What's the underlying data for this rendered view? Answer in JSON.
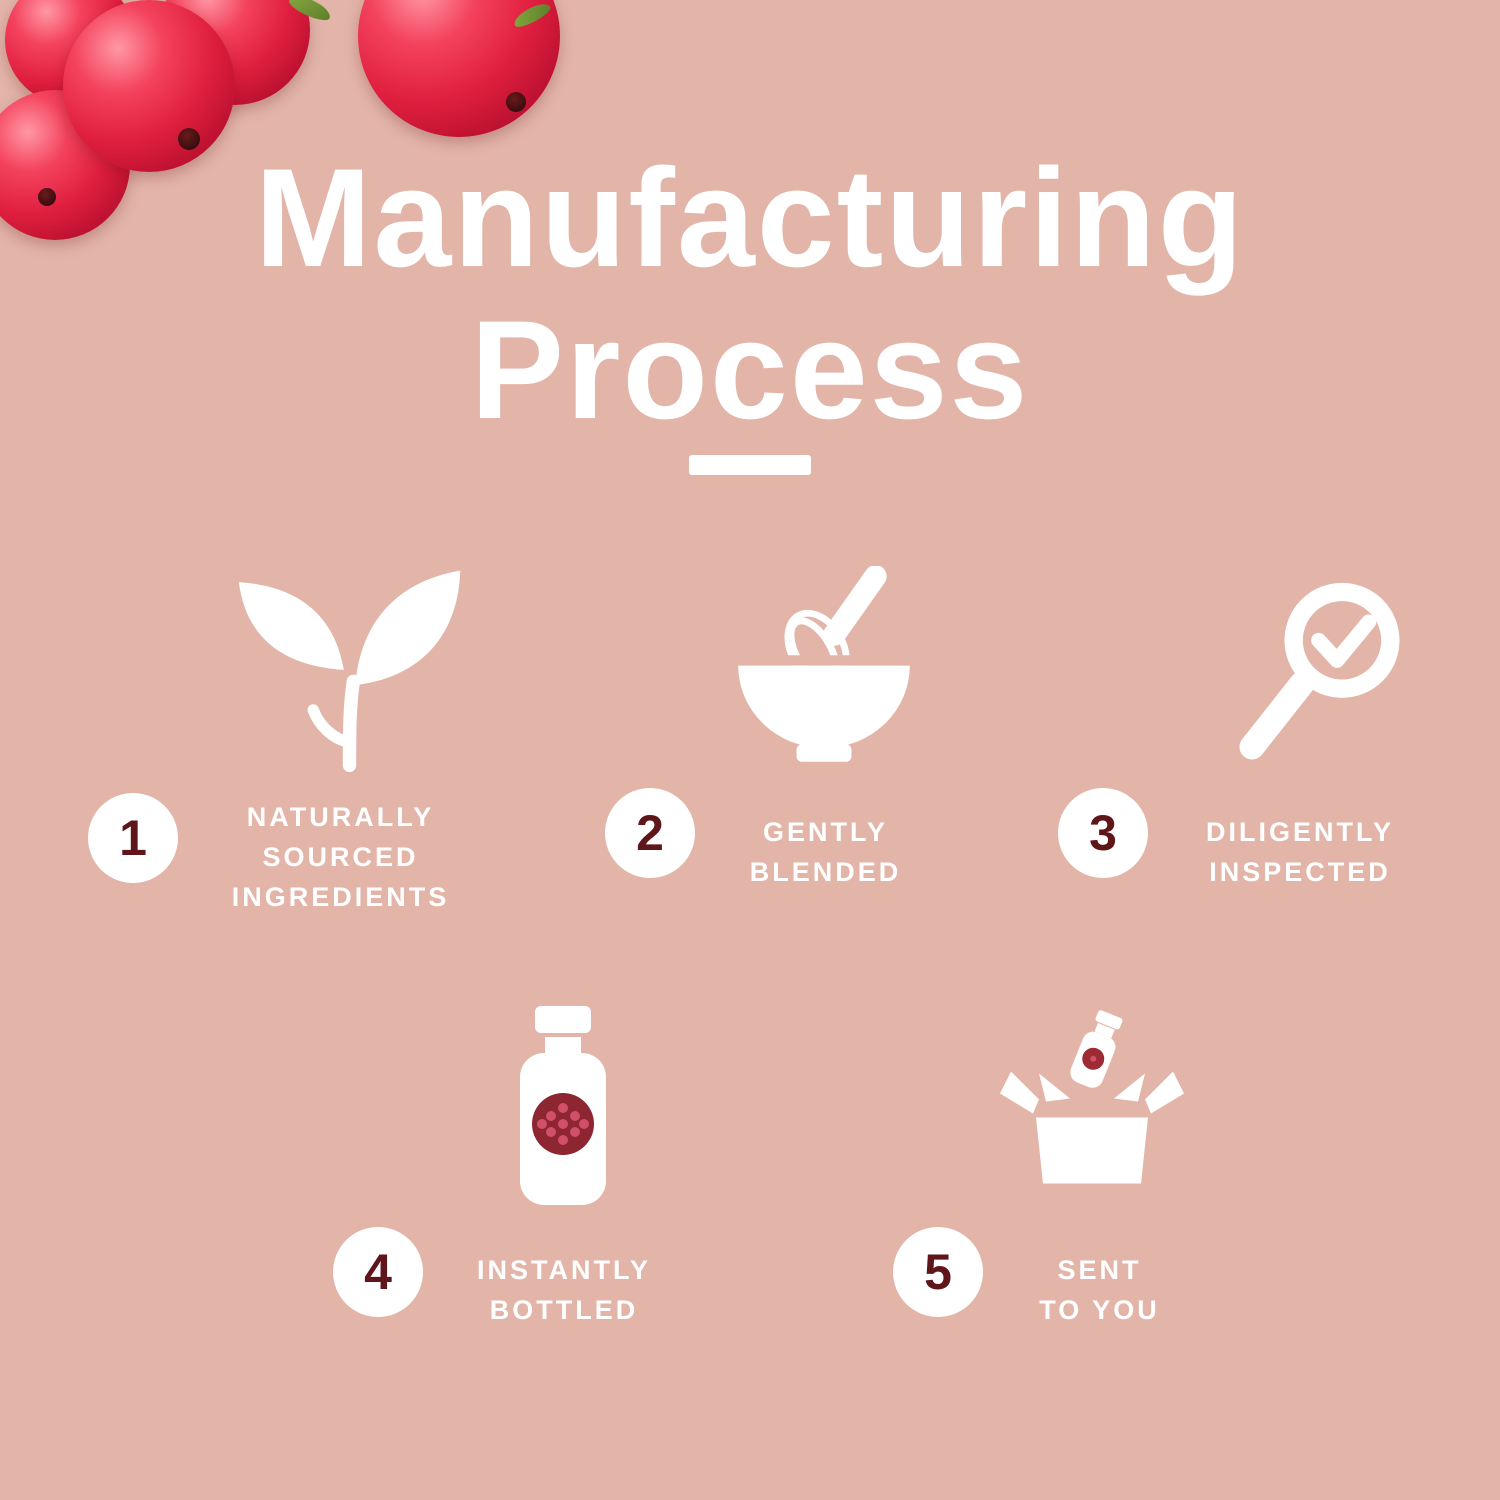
{
  "title": {
    "line1": "Manufacturing",
    "line2": "Process"
  },
  "steps": [
    {
      "number": "1",
      "icon": "leaf-sprout-icon",
      "lines": [
        "NATURALLY",
        "SOURCED",
        "INGREDIENTS"
      ]
    },
    {
      "number": "2",
      "icon": "mixing-bowl-whisk-icon",
      "lines": [
        "GENTLY",
        "BLENDED"
      ]
    },
    {
      "number": "3",
      "icon": "magnifier-check-icon",
      "lines": [
        "DILIGENTLY",
        "INSPECTED"
      ]
    },
    {
      "number": "4",
      "icon": "pill-bottle-icon",
      "lines": [
        "INSTANTLY",
        "BOTTLED"
      ]
    },
    {
      "number": "5",
      "icon": "shipping-box-icon",
      "lines": [
        "SENT",
        "TO YOU"
      ]
    }
  ],
  "colors": {
    "background": "#e3b5a9",
    "text": "#ffffff",
    "step_number": "#5e161b",
    "berry": "#e01f3f",
    "bottle_label": "#8e2631"
  }
}
